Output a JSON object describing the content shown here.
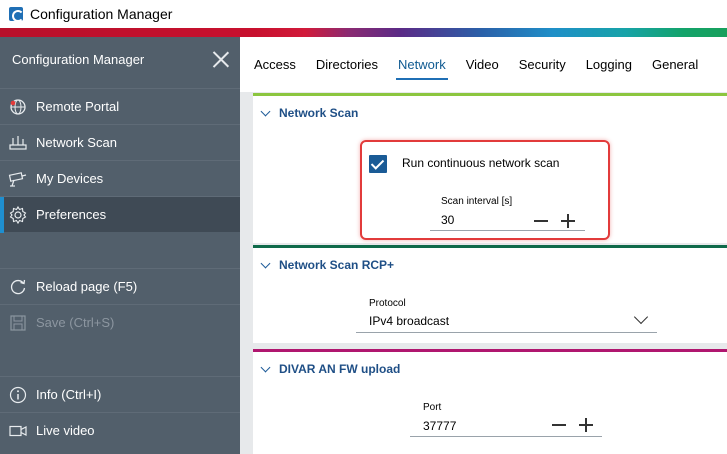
{
  "window": {
    "title": "Configuration Manager"
  },
  "sidebar": {
    "title": "Configuration Manager",
    "items": [
      {
        "label": "Remote Portal",
        "icon": "globe-icon"
      },
      {
        "label": "Network Scan",
        "icon": "network-icon"
      },
      {
        "label": "My Devices",
        "icon": "camera-icon"
      },
      {
        "label": "Preferences",
        "icon": "gear-icon"
      },
      {
        "label": "Reload page (F5)",
        "icon": "reload-icon"
      },
      {
        "label": "Save (Ctrl+S)",
        "icon": "save-icon"
      },
      {
        "label": "Info (Ctrl+I)",
        "icon": "info-icon"
      },
      {
        "label": "Live video",
        "icon": "video-icon"
      }
    ]
  },
  "tabs": [
    {
      "label": "Access"
    },
    {
      "label": "Directories"
    },
    {
      "label": "Network"
    },
    {
      "label": "Video"
    },
    {
      "label": "Security"
    },
    {
      "label": "Logging"
    },
    {
      "label": "General"
    }
  ],
  "sections": {
    "network_scan": {
      "title": "Network Scan",
      "checkbox_label": "Run continuous network scan",
      "interval_label": "Scan interval [s]",
      "interval_value": "30"
    },
    "network_scan_rcp": {
      "title": "Network Scan RCP+",
      "protocol_label": "Protocol",
      "protocol_value": "IPv4 broadcast"
    },
    "divar": {
      "title": "DIVAR AN FW upload",
      "port_label": "Port",
      "port_value": "37777"
    }
  },
  "colors": {
    "sidebar_bg": "#525f6b",
    "active_accent": "#1f8fd0",
    "network_scan_bar": "#8cc63f",
    "rcp_bar": "#0f6a4a",
    "divar_bar": "#b0166f",
    "highlight": "#e23b3b"
  }
}
